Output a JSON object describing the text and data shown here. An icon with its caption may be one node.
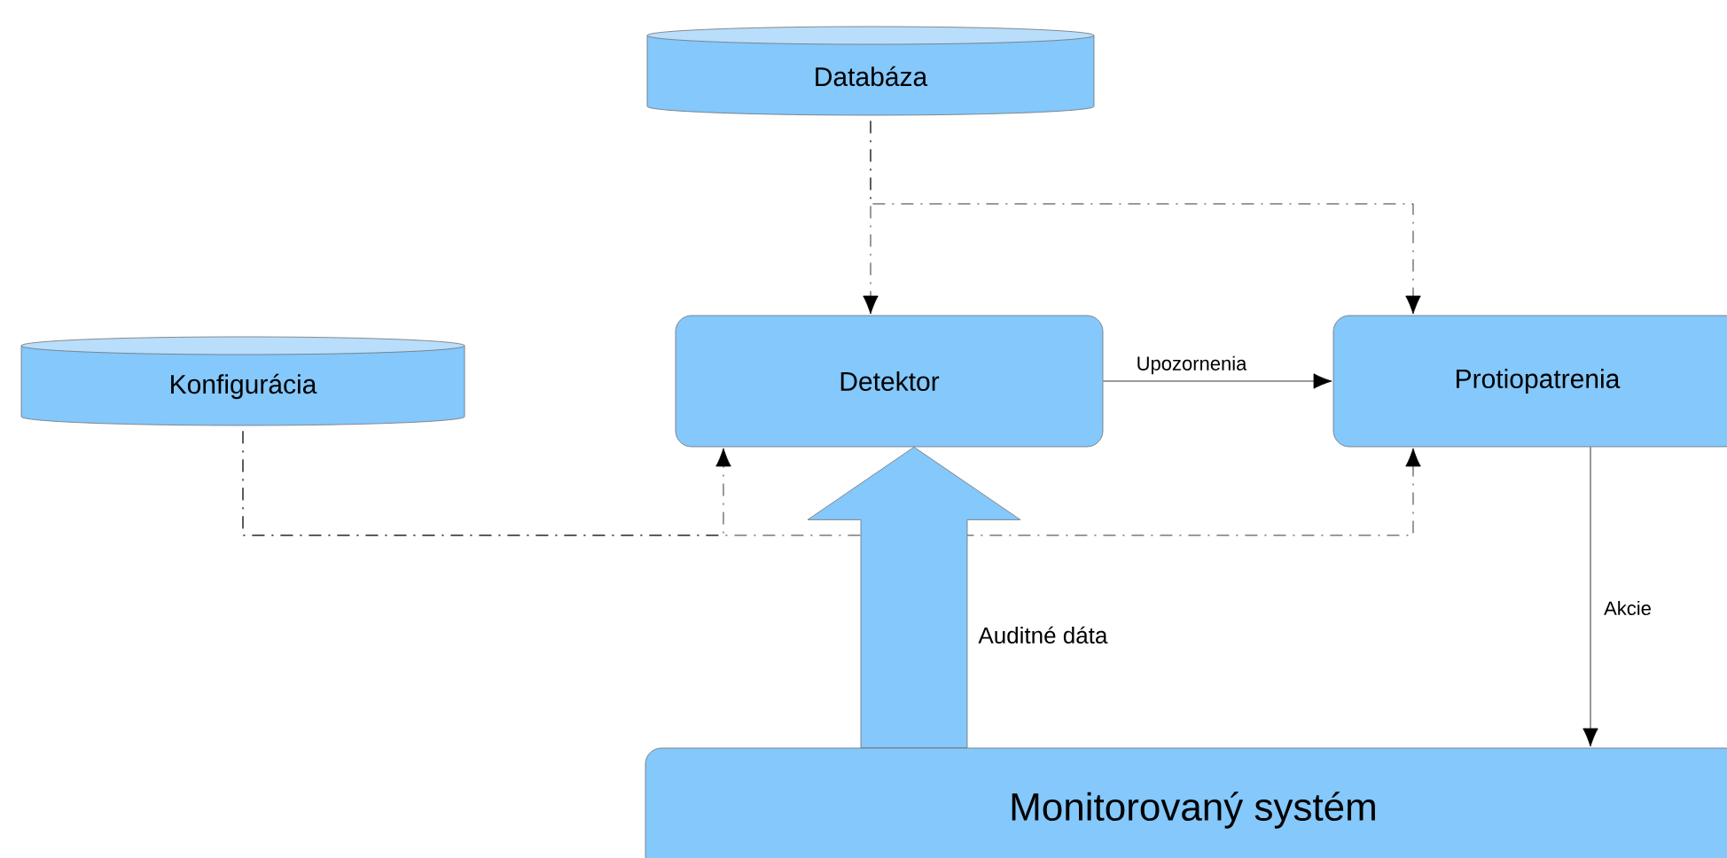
{
  "diagram": {
    "nodes": [
      {
        "text": [
          "Databáza"
        ]
      },
      {
        "text": [
          "Konfigurácia"
        ]
      },
      {
        "text": [
          "Detektor"
        ]
      },
      {
        "text": [
          "Protiopatrenia"
        ]
      },
      {
        "text": [
          "Monitorovaný systém"
        ]
      }
    ],
    "edges": [
      {
        "from": 0,
        "to": 2,
        "arrow": "to",
        "style": "dashed"
      },
      {
        "from": 0,
        "to": 3,
        "arrow": "to",
        "style": "dashed"
      },
      {
        "from": 1,
        "to": 2,
        "arrow": "to",
        "style": "dashed"
      },
      {
        "from": 1,
        "to": 3,
        "arrow": "to",
        "style": "dashed"
      },
      {
        "from": 2,
        "to": 3,
        "arrow": "to",
        "label": "Upozornenia"
      },
      {
        "from": 3,
        "to": 4,
        "arrow": "to",
        "label": "Akcie"
      },
      {
        "from": 4,
        "to": 2,
        "arrow": "to",
        "style": "thick",
        "label": "Auditné dáta"
      }
    ]
  }
}
